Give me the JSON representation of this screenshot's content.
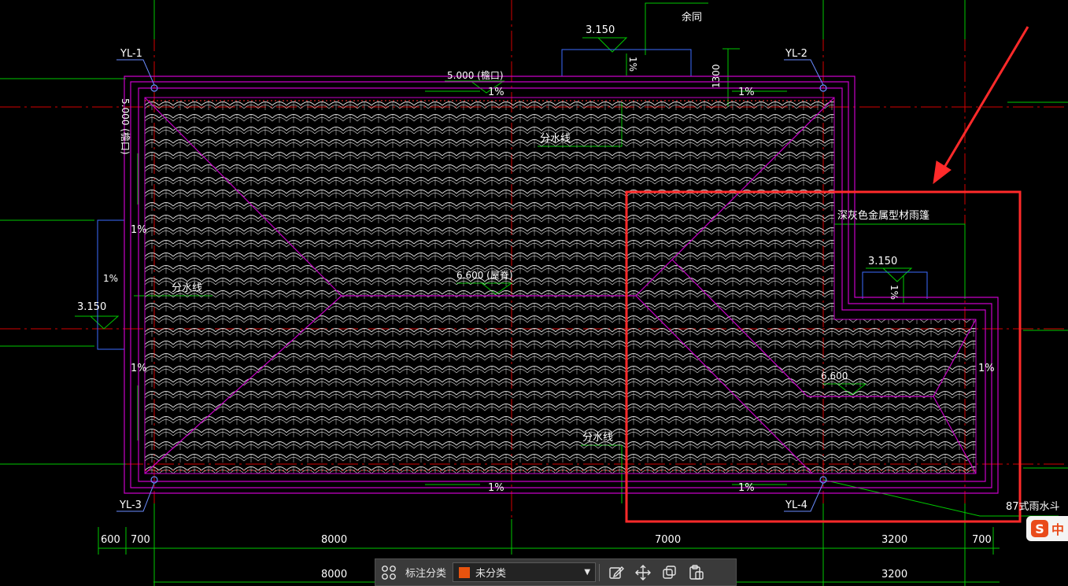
{
  "drawing": {
    "grid_labels": [
      "YL-1",
      "YL-2",
      "YL-3",
      "YL-4"
    ],
    "dimensions_row1": [
      "600",
      "700",
      "8000",
      "7000",
      "3200",
      "700"
    ],
    "dimensions_row2": [
      "8000",
      "3200"
    ],
    "annotations": {
      "yutong": "余同",
      "eaves_top": "5.000 (檐口)",
      "eaves_left": "5.000 (檐口)",
      "ridge": "6.600 (屋脊)",
      "ridge2": "6.600",
      "elev_top_canopy": "3.150",
      "elev_left_canopy": "3.150",
      "elev_right_canopy": "3.150",
      "dim_1300": "1300",
      "canopy_note": "深灰色金属型材雨篷",
      "divide_line_1": "分水线",
      "divide_line_2": "分水线",
      "divide_line_3": "分水线",
      "downspout": "87式雨水斗",
      "slope_top_left": "1%",
      "slope_top_right": "1%",
      "slope_left_upper": "1%",
      "slope_left_lower": "1%",
      "slope_left_canopy": "1%",
      "slope_bottom_left": "1%",
      "slope_bottom_right": "1%",
      "slope_right": "1%",
      "slope_canopy_top": "1%",
      "slope_canopy_right": "1%"
    }
  },
  "toolbar": {
    "category_label": "标注分类",
    "category_value": "未分类",
    "category_color": "#e8530e"
  },
  "ime": {
    "logo": "S",
    "mode": "中"
  },
  "colors": {
    "background": "#000000",
    "grid_red": "#d40000",
    "dimension_green": "#00c800",
    "roof_magenta": "#c800c8",
    "highlight_red": "#ff2a2a",
    "text_white": "#ffffff"
  }
}
